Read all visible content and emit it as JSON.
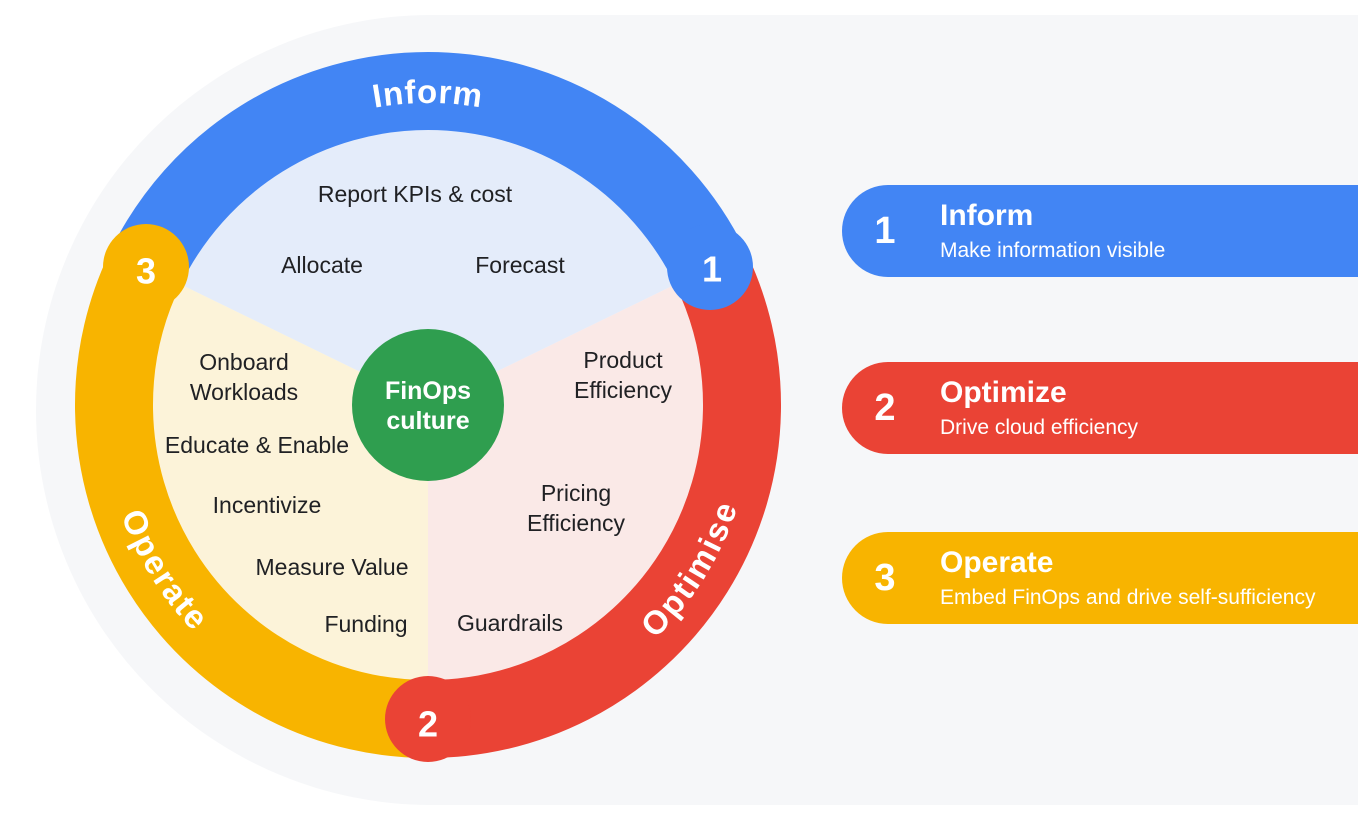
{
  "colors": {
    "inform_blue": "#4285F4",
    "optimise_red": "#EA4335",
    "operate_yellow": "#F8B400",
    "culture_green": "#2F9E4F",
    "inform_tint": "#E4ECFA",
    "optimise_tint": "#FAE9E7",
    "operate_tint": "#FCF3D9",
    "backdrop_gray": "#F6F7F9",
    "label_text": "#202124"
  },
  "wheel": {
    "center_label": "FinOps\nculture",
    "arc_labels": {
      "inform": "Inform",
      "optimise": "Optimise",
      "operate": "Operate"
    },
    "badges": {
      "inform": "1",
      "optimise": "2",
      "operate": "3"
    },
    "inform_items": {
      "report": "Report KPIs & cost",
      "allocate": "Allocate",
      "forecast": "Forecast"
    },
    "optimise_items": {
      "product": "Product\nEfficiency",
      "pricing": "Pricing\nEfficiency",
      "guardrails": "Guardrails"
    },
    "operate_items": {
      "onboard": "Onboard\nWorkloads",
      "educate": "Educate & Enable",
      "incentivize": "Incentivize",
      "measure": "Measure Value",
      "funding": "Funding"
    }
  },
  "legend": [
    {
      "number": "1",
      "title": "Inform",
      "subtitle": "Make information visible",
      "color": "#4285F4"
    },
    {
      "number": "2",
      "title": "Optimize",
      "subtitle": "Drive cloud efficiency",
      "color": "#EA4335"
    },
    {
      "number": "3",
      "title": "Operate",
      "subtitle": "Embed FinOps and drive self-sufficiency",
      "color": "#F8B400"
    }
  ]
}
